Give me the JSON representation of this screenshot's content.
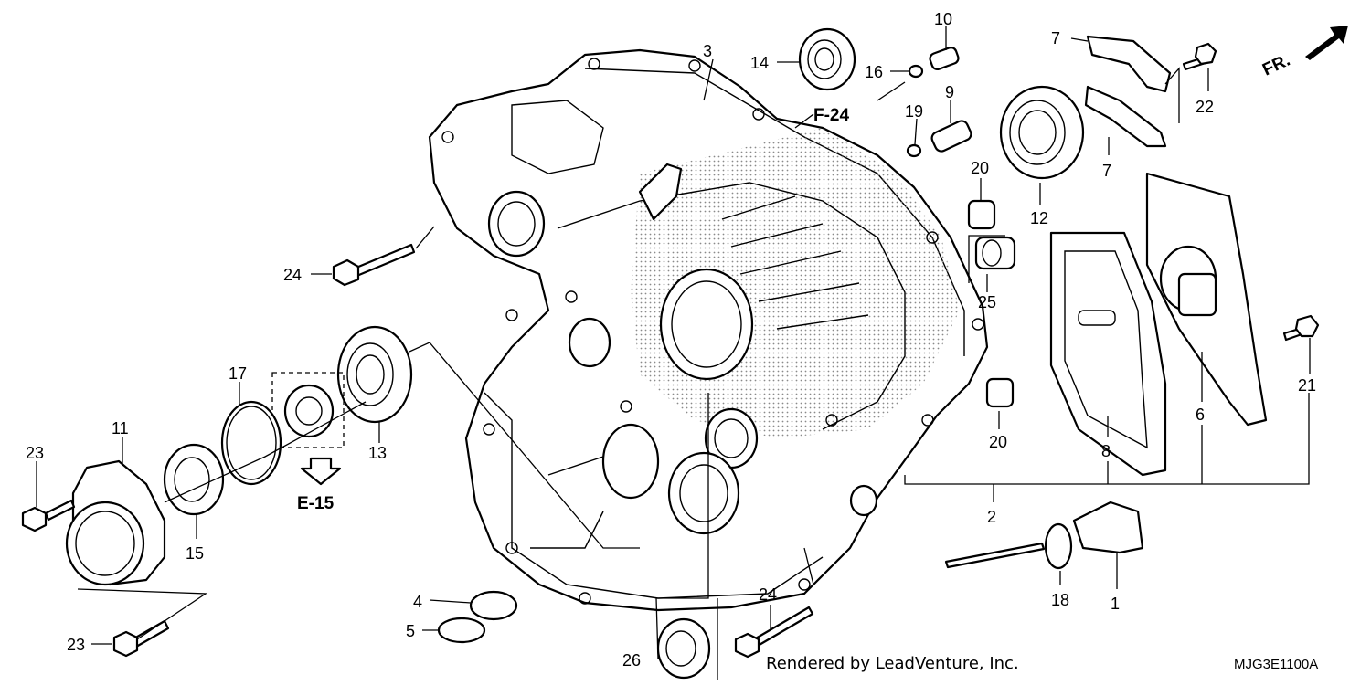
{
  "diagram": {
    "direction_label": "FR.",
    "refs": {
      "f24": "F-24",
      "e15": "E-15"
    },
    "credit": "Rendered by LeadVenture, Inc.",
    "diagram_code": "MJG3E1100A",
    "callouts": {
      "c1": "1",
      "c2": "2",
      "c3": "3",
      "c4": "4",
      "c5": "5",
      "c6": "6",
      "c7a": "7",
      "c7b": "7",
      "c8": "8",
      "c9": "9",
      "c10": "10",
      "c11": "11",
      "c12": "12",
      "c13": "13",
      "c14": "14",
      "c15": "15",
      "c16": "16",
      "c17": "17",
      "c18": "18",
      "c19": "19",
      "c20a": "20",
      "c20b": "20",
      "c21": "21",
      "c22": "22",
      "c23a": "23",
      "c23b": "23",
      "c24a": "24",
      "c24b": "24",
      "c25": "25",
      "c26": "26"
    }
  }
}
